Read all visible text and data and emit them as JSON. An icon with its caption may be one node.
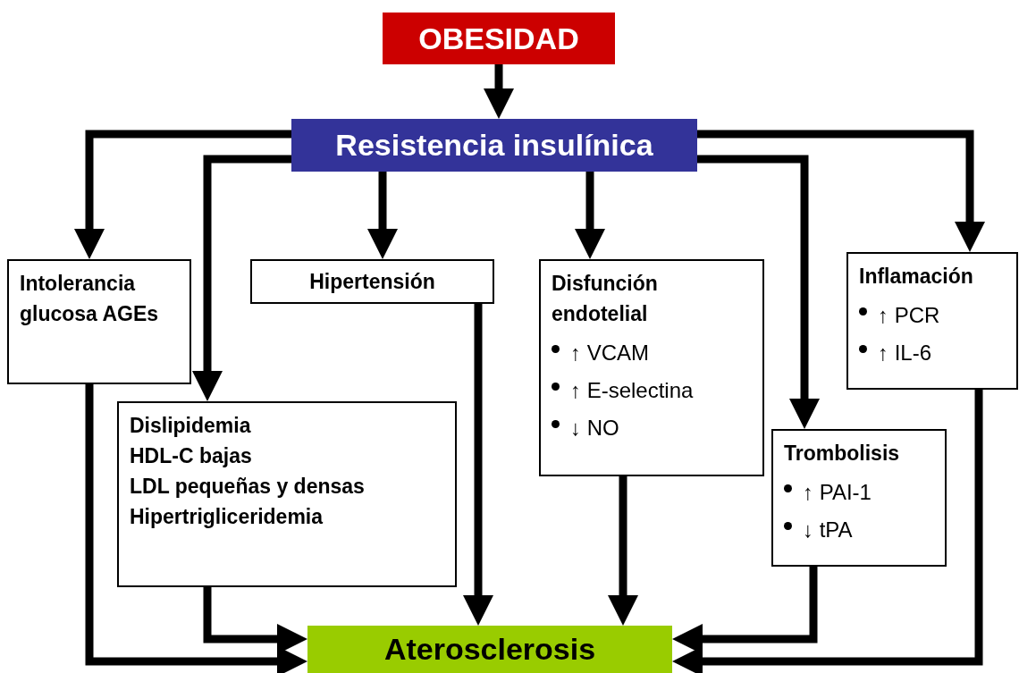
{
  "diagram": {
    "nodes": [
      {
        "text": [
          "OBESIDAD"
        ]
      },
      {
        "text": [
          "Resistencia insulínica"
        ]
      },
      {
        "text": [
          "Intolerancia glucosa AGEs"
        ]
      },
      {
        "text": [
          "Hipertensión"
        ]
      },
      {
        "text": [
          "Disfunción endotelial",
          "↑ VCAM",
          "↑ E-selectina",
          "↓ NO"
        ]
      },
      {
        "text": [
          "Inflamación",
          "↑ PCR",
          "↑ IL-6"
        ]
      },
      {
        "text": [
          "Dislipidemia",
          "HDL-C bajas",
          "LDL pequeñas y densas",
          "Hipertrigliceridemia"
        ]
      },
      {
        "text": [
          "Trombolisis",
          "↑ PAI-1",
          "↓ tPA"
        ]
      },
      {
        "text": [
          "Aterosclerosis"
        ]
      }
    ],
    "edges": [
      {
        "from": 0,
        "to": 1,
        "arrow": "to"
      },
      {
        "from": 1,
        "to": 2,
        "arrow": "to"
      },
      {
        "from": 1,
        "to": 6,
        "arrow": "to"
      },
      {
        "from": 1,
        "to": 3,
        "arrow": "to"
      },
      {
        "from": 1,
        "to": 4,
        "arrow": "to"
      },
      {
        "from": 1,
        "to": 7,
        "arrow": "to"
      },
      {
        "from": 1,
        "to": 5,
        "arrow": "to"
      },
      {
        "from": 2,
        "to": 8,
        "arrow": "to"
      },
      {
        "from": 6,
        "to": 8,
        "arrow": "to"
      },
      {
        "from": 3,
        "to": 8,
        "arrow": "to"
      },
      {
        "from": 4,
        "to": 8,
        "arrow": "to"
      },
      {
        "from": 7,
        "to": 8,
        "arrow": "to"
      },
      {
        "from": 5,
        "to": 8,
        "arrow": "to"
      }
    ]
  }
}
